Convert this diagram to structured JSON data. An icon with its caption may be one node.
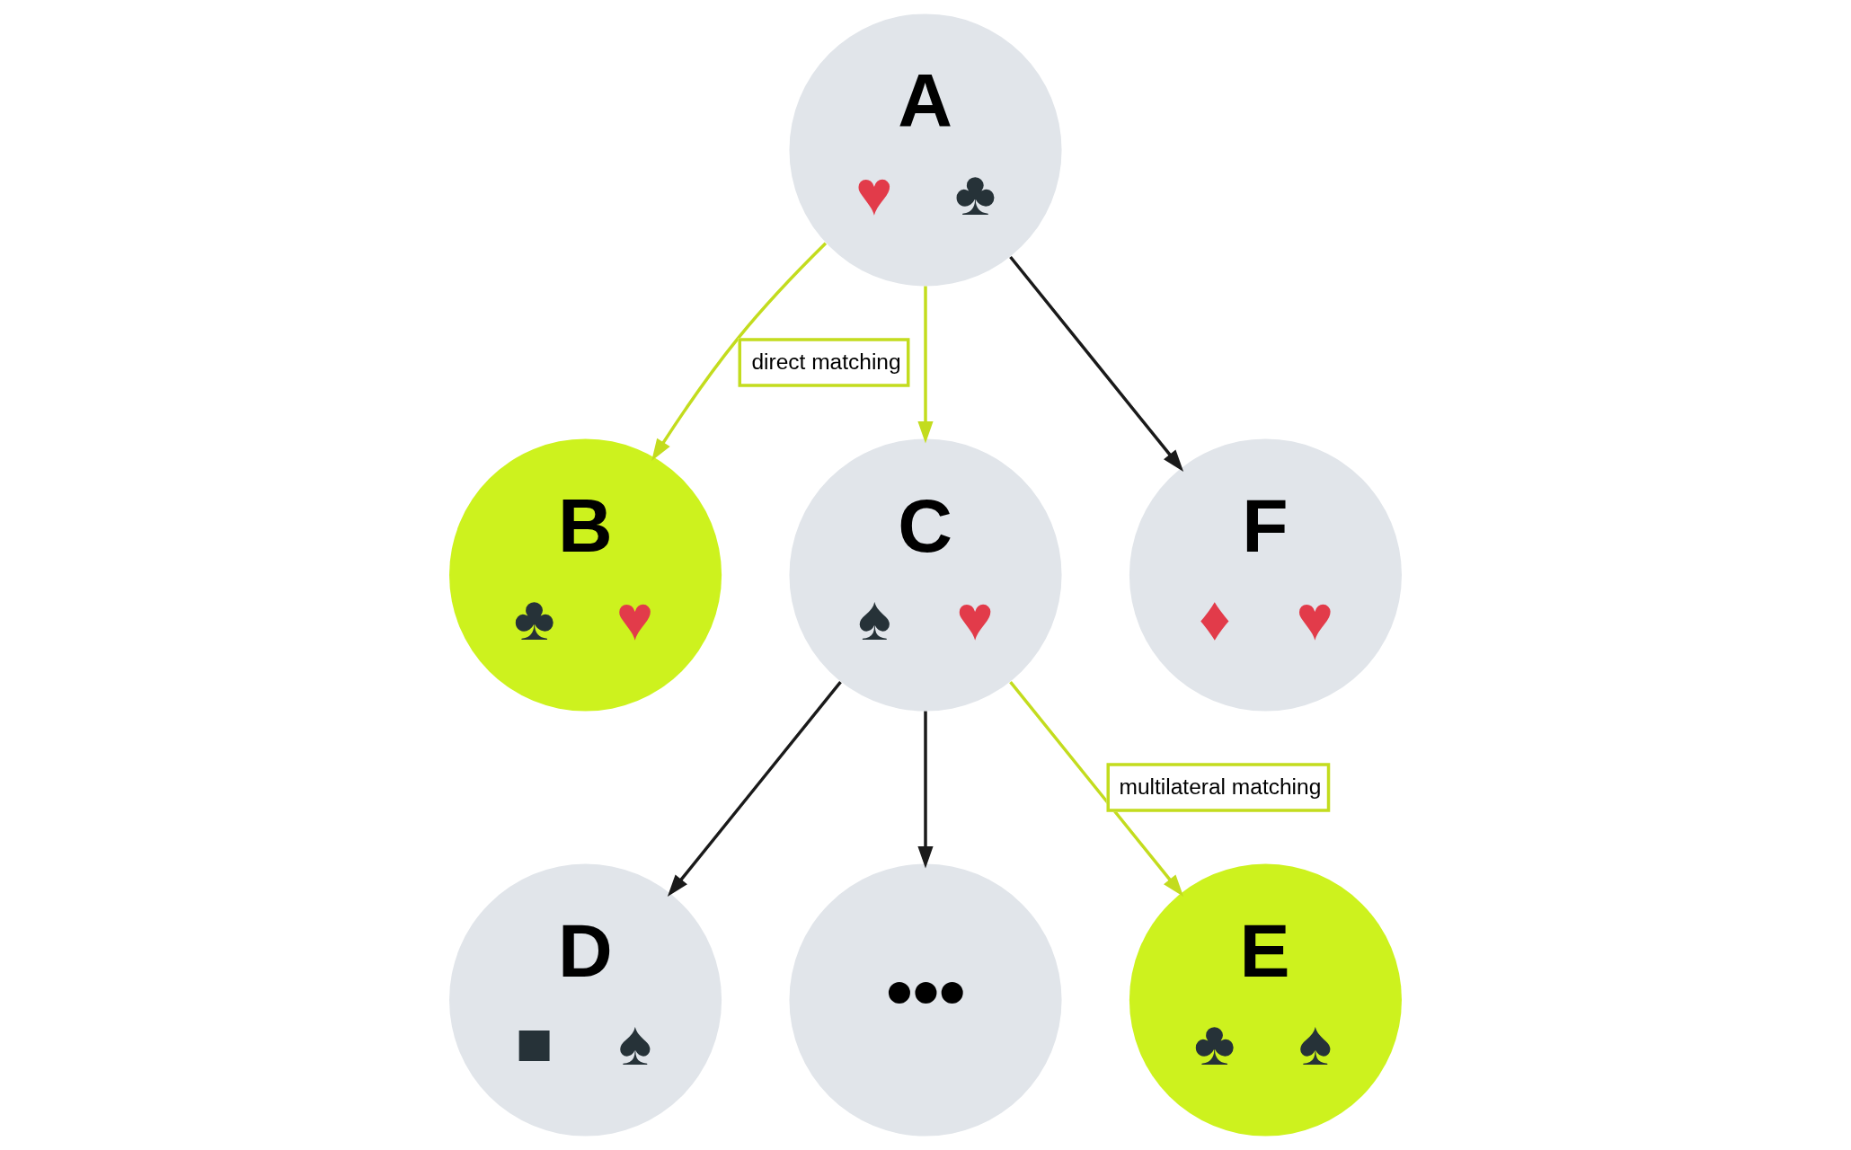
{
  "diagram": {
    "nodes": [
      {
        "text": [
          "A",
          "♥",
          "♣"
        ]
      },
      {
        "text": [
          "B",
          "♣",
          "♥"
        ]
      },
      {
        "text": [
          "C",
          "♠",
          "♥"
        ]
      },
      {
        "text": [
          "F",
          "♦",
          "♥"
        ]
      },
      {
        "text": [
          "D",
          "■",
          "♠"
        ]
      },
      {
        "text": [
          "•••"
        ]
      },
      {
        "text": [
          "E",
          "♣",
          "♠"
        ]
      }
    ],
    "edges": [
      {
        "from": 0,
        "to": 1,
        "arrow": "to",
        "label": "direct matching",
        "color": "#c3dc1e"
      },
      {
        "from": 0,
        "to": 2,
        "arrow": "to",
        "color": "#c3dc1e"
      },
      {
        "from": 0,
        "to": 3,
        "arrow": "to",
        "color": "#1a1a1a"
      },
      {
        "from": 2,
        "to": 4,
        "arrow": "to",
        "color": "#1a1a1a"
      },
      {
        "from": 2,
        "to": 5,
        "arrow": "to",
        "color": "#1a1a1a"
      },
      {
        "from": 2,
        "to": 6,
        "arrow": "to",
        "label": "multilateral matching",
        "color": "#c3dc1e"
      }
    ]
  }
}
